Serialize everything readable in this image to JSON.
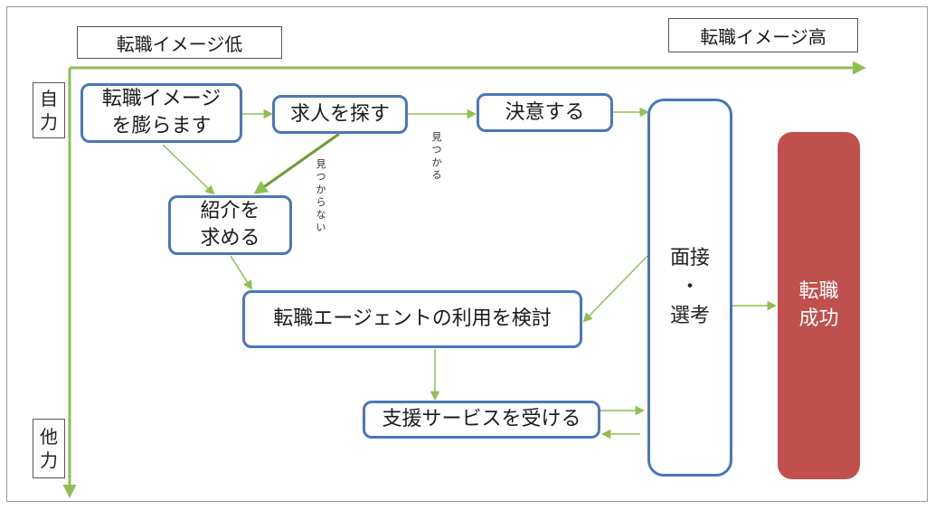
{
  "axis": {
    "low_label": "転職イメージ低",
    "high_label": "転職イメージ高",
    "self_label": "自\n力",
    "other_label": "他\n力"
  },
  "nodes": {
    "expand_image": "転職イメージ\nを膨らます",
    "job_search": "求人を探す",
    "decide": "決意する",
    "referral": "紹介を\n求める",
    "agent_consider": "転職エージェントの利用を検討",
    "receive_support": "支援サービスを受ける",
    "interview": "面接\n・\n選考",
    "success": "転職\n成功"
  },
  "notes": {
    "found": "見つかる",
    "not_found": "見つからない"
  },
  "colors": {
    "arrow": "#8fbf4f",
    "node_border": "#4a78b8",
    "success_fill": "#c0504d"
  }
}
